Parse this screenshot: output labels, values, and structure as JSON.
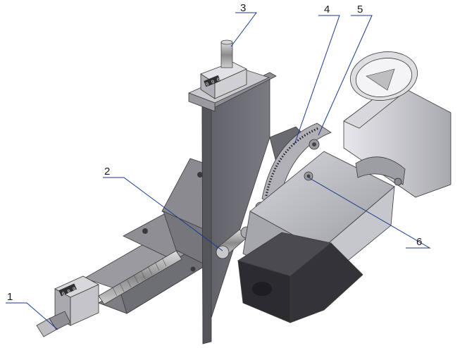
{
  "callouts": [
    {
      "id": "1",
      "label": "1"
    },
    {
      "id": "2",
      "label": "2"
    },
    {
      "id": "3",
      "label": "3"
    },
    {
      "id": "4",
      "label": "4"
    },
    {
      "id": "5",
      "label": "5"
    },
    {
      "id": "6",
      "label": "6"
    }
  ],
  "counter_front": {
    "digits": "0 0 0"
  },
  "counter_top": {
    "digits": "0 0 0"
  },
  "colors": {
    "body_gray": "#8e8e92",
    "plate_dark": "#6c6c74",
    "plate_light": "#a9a9ae",
    "housing": "#b8b9bf",
    "motor": "#2e2e33",
    "leader": "#1a3a8c"
  }
}
